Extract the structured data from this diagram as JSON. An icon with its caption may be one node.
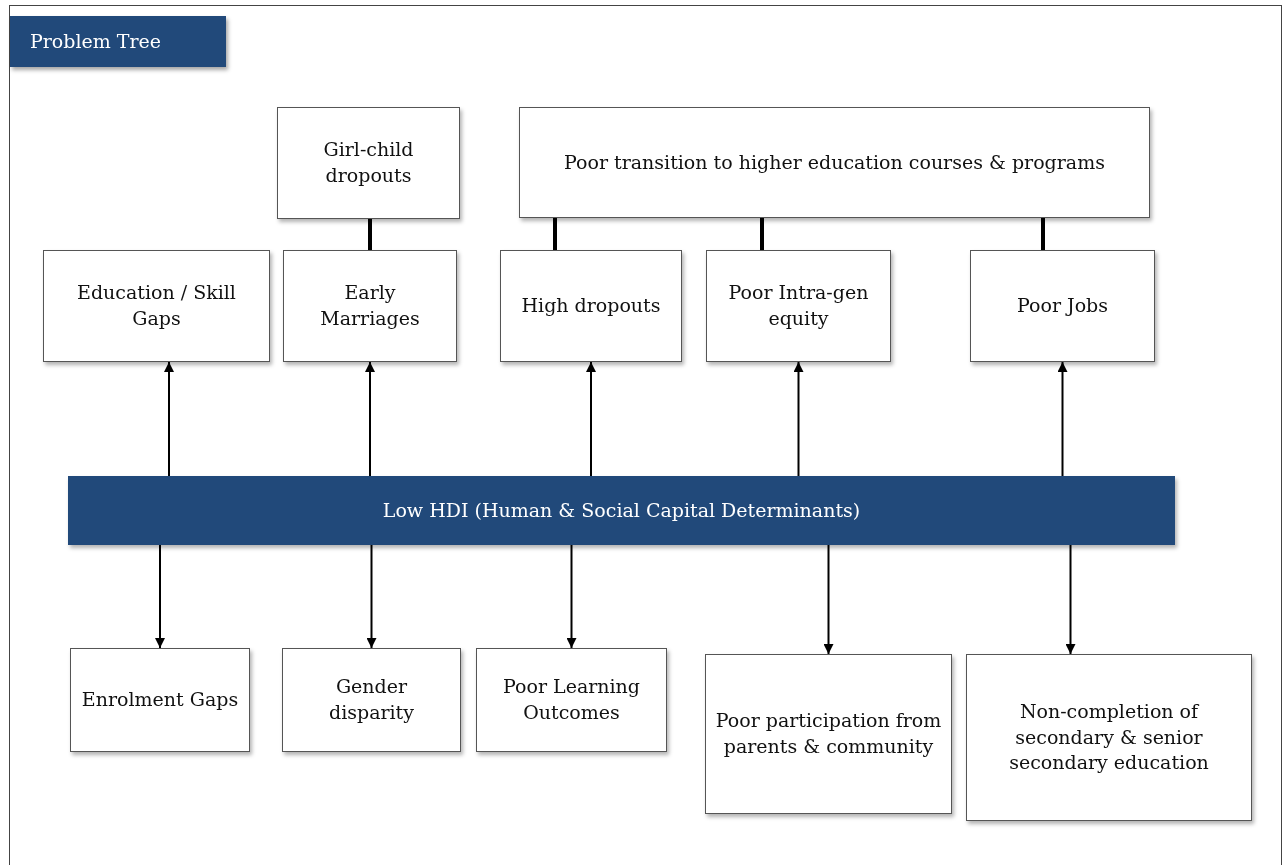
{
  "diagram": {
    "title": "Problem Tree",
    "nodes": [
      {
        "text": [
          "Girl-child dropouts"
        ]
      },
      {
        "text": [
          "Poor transition to higher education courses & programs"
        ]
      },
      {
        "text": [
          "Education / Skill Gaps"
        ]
      },
      {
        "text": [
          "Early Marriages"
        ]
      },
      {
        "text": [
          "High dropouts"
        ]
      },
      {
        "text": [
          "Poor Intra-gen equity"
        ]
      },
      {
        "text": [
          "Poor Jobs"
        ]
      },
      {
        "text": [
          "Low HDI (Human & Social Capital Determinants)"
        ]
      },
      {
        "text": [
          "Enrolment Gaps"
        ]
      },
      {
        "text": [
          "Gender disparity"
        ]
      },
      {
        "text": [
          "Poor Learning Outcomes"
        ]
      },
      {
        "text": [
          "Poor participation from parents & community"
        ]
      },
      {
        "text": [
          "Non-completion of secondary & senior secondary education"
        ]
      }
    ],
    "edges": [
      {
        "from": 0,
        "to": 3,
        "arrow": "none",
        "style": "thick"
      },
      {
        "from": 1,
        "to": 4,
        "arrow": "none",
        "style": "thick"
      },
      {
        "from": 1,
        "to": 5,
        "arrow": "none",
        "style": "thick"
      },
      {
        "from": 1,
        "to": 6,
        "arrow": "none",
        "style": "thick"
      },
      {
        "from": 7,
        "to": 2,
        "arrow": "to"
      },
      {
        "from": 7,
        "to": 3,
        "arrow": "to"
      },
      {
        "from": 7,
        "to": 4,
        "arrow": "to"
      },
      {
        "from": 7,
        "to": 5,
        "arrow": "to"
      },
      {
        "from": 7,
        "to": 6,
        "arrow": "to"
      },
      {
        "from": 7,
        "to": 8,
        "arrow": "to"
      },
      {
        "from": 7,
        "to": 9,
        "arrow": "to"
      },
      {
        "from": 7,
        "to": 10,
        "arrow": "to"
      },
      {
        "from": 7,
        "to": 11,
        "arrow": "to"
      },
      {
        "from": 7,
        "to": 12,
        "arrow": "to"
      }
    ]
  }
}
